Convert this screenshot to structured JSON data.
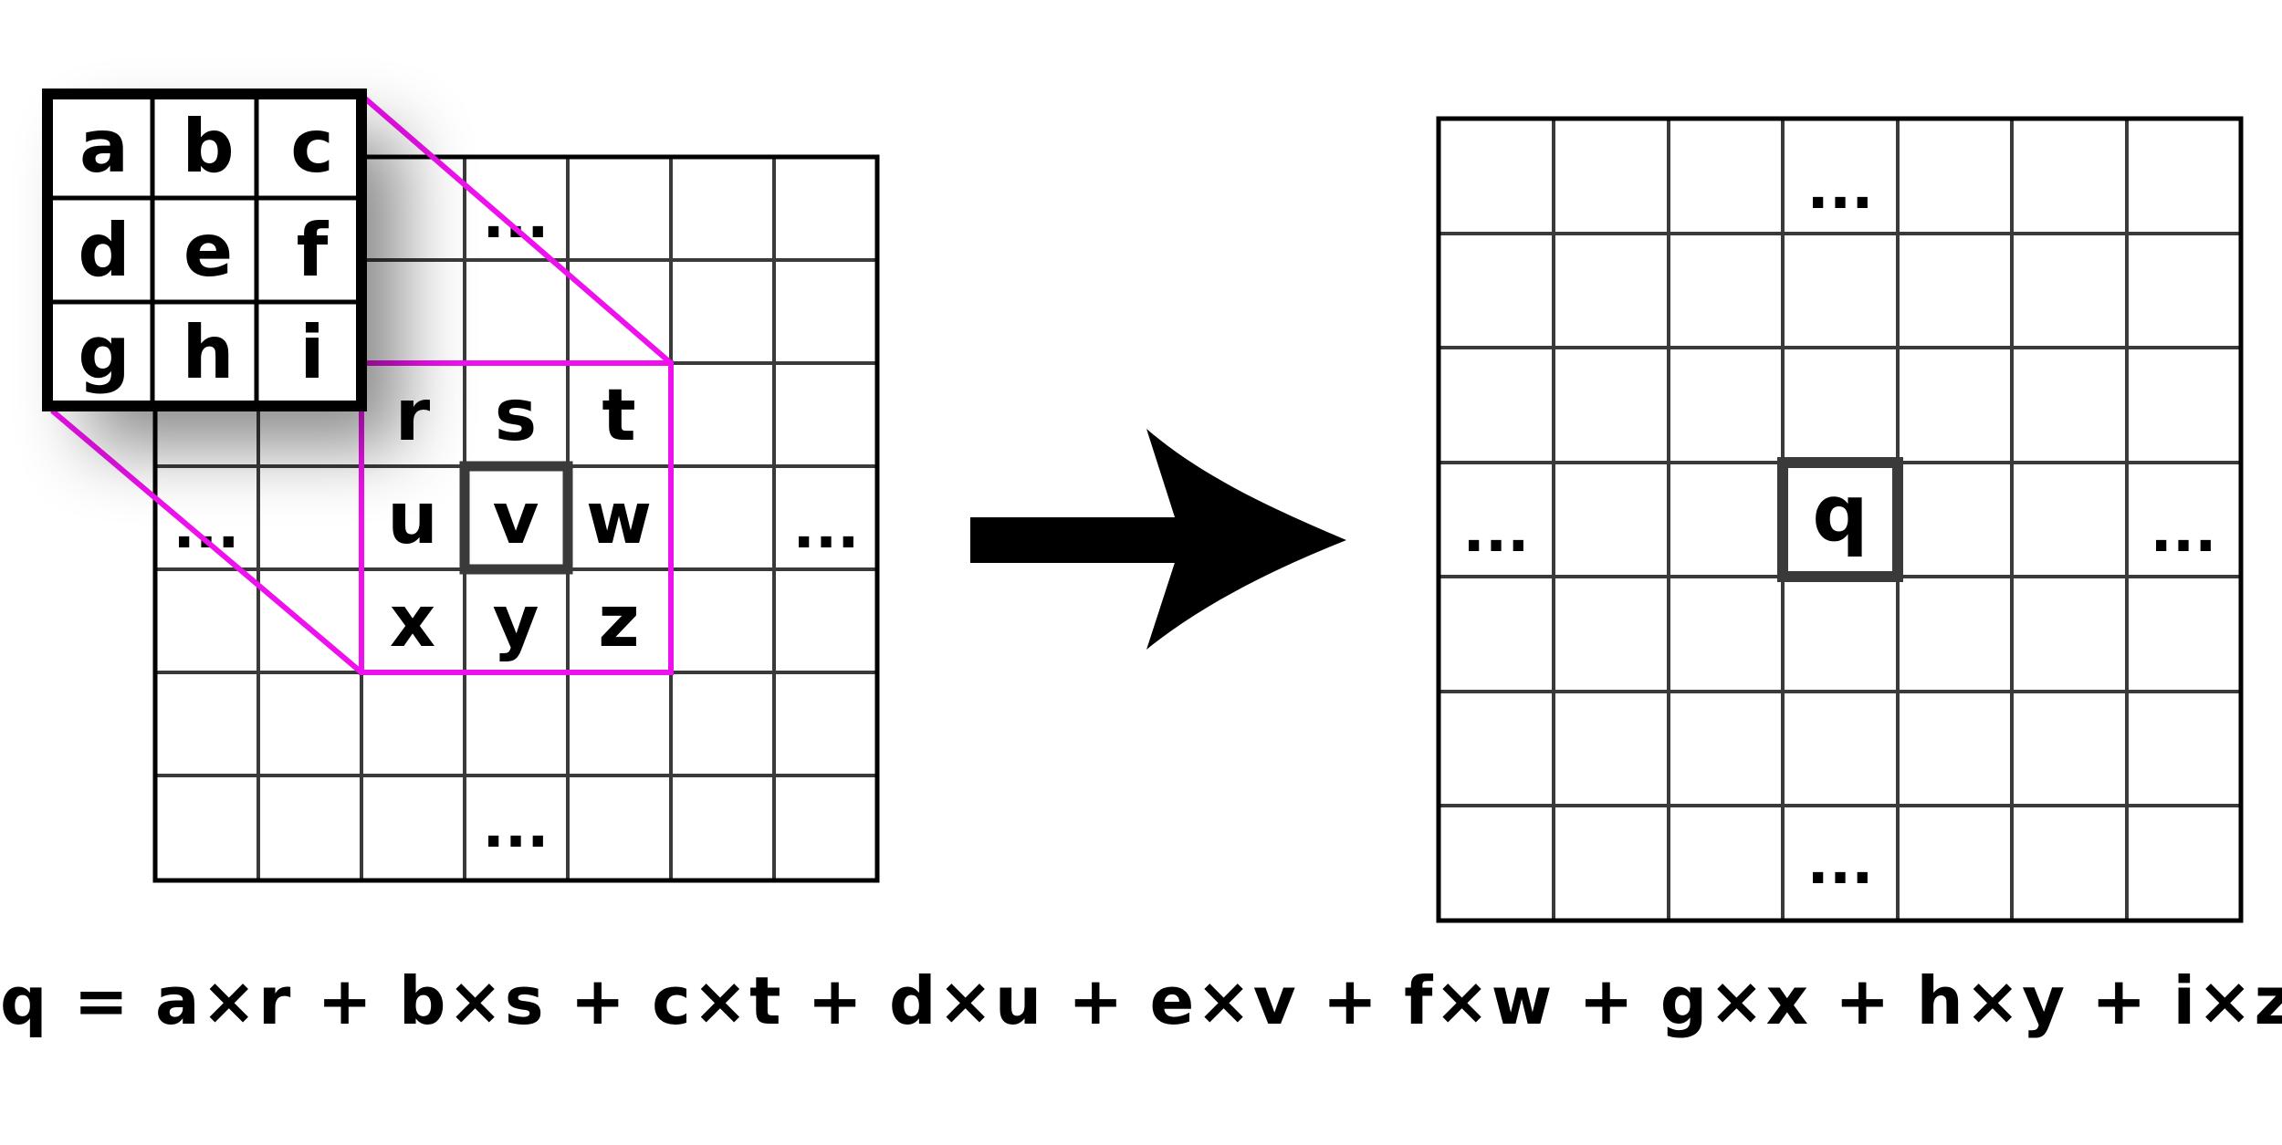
{
  "input_grid": {
    "dots_top": "...",
    "dots_left": "...",
    "dots_right": "...",
    "dots_bottom": "...",
    "patch": [
      [
        "r",
        "s",
        "t"
      ],
      [
        "u",
        "v",
        "w"
      ],
      [
        "x",
        "y",
        "z"
      ]
    ]
  },
  "kernel": [
    [
      "a",
      "b",
      "c"
    ],
    [
      "d",
      "e",
      "f"
    ],
    [
      "g",
      "h",
      "i"
    ]
  ],
  "output_grid": {
    "center": "q",
    "dots_top": "...",
    "dots_left": "...",
    "dots_right": "...",
    "dots_bottom": "..."
  },
  "formula": "q = a×r + b×s + c×t + d×u + e×v + f×w + g×x + h×y + i×z",
  "colors": {
    "highlight": "#ee11ee",
    "grid": "#3a3a3a",
    "border": "#000000"
  }
}
